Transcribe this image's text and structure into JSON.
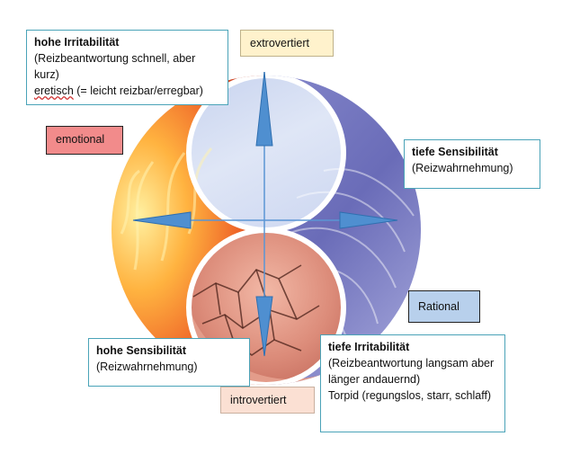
{
  "quadrant_tags": {
    "extrovertiert": "extrovertiert",
    "emotional": "emotional",
    "rational": "Rational",
    "introvertiert": "introvertiert"
  },
  "info_boxes": {
    "hohe_irritabilitaet": {
      "heading": "hohe Irritabilität",
      "line1": "(Reizbeantwortung schnell, aber kurz)",
      "line2_word": "eretisch",
      "line2_rest": " (= leicht reizbar/erregbar)"
    },
    "tiefe_sensibilitaet": {
      "heading": "tiefe Sensibilität",
      "line1": "(Reizwahrnehmung)"
    },
    "hohe_sensibilitaet": {
      "heading": "hohe Sensibilität",
      "line1": "(Reizwahrnehmung)"
    },
    "tiefe_irritabilitaet": {
      "heading": "tiefe Irritabilität",
      "line1": "(Reizbeantwortung langsam aber länger andauernd)",
      "line2": "Torpid (regungslos, starr, schlaff)"
    }
  },
  "colors": {
    "fire": "#f07a3a",
    "air": "#c9d6ee",
    "water": "#7f80c4",
    "earth": "#d98a7a",
    "arrow": "#4f8fd0",
    "box_border": "#4aa3b8"
  },
  "icons": {
    "fire_quadrant": "flame-texture-icon",
    "air_quadrant": "air-texture-icon",
    "water_quadrant": "water-swirl-texture-icon",
    "earth_quadrant": "cracked-earth-texture-icon"
  }
}
